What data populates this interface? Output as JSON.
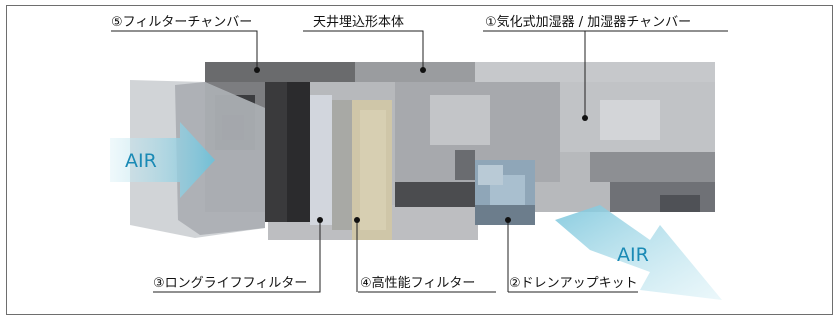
{
  "labels": {
    "filter_chamber": "⑤フィルターチャンバー",
    "ceiling_body": "天井埋込形本体",
    "humidifier": "①気化式加湿器 / 加湿器チャンバー",
    "long_life_filter": "③ロングライフフィルター",
    "hepa_filter": "④高性能フィルター",
    "drain_up_kit": "②ドレンアップキット"
  },
  "air": {
    "inlet": "AIR",
    "outlet": "AIR"
  },
  "colors": {
    "body": "#a8aaad",
    "dark_block": "#3a3a3c",
    "hepa": "#cfc6a8",
    "air_arrow": "#9fd6e4",
    "air_text": "#1a8ab5",
    "leader_line": "#222222"
  }
}
